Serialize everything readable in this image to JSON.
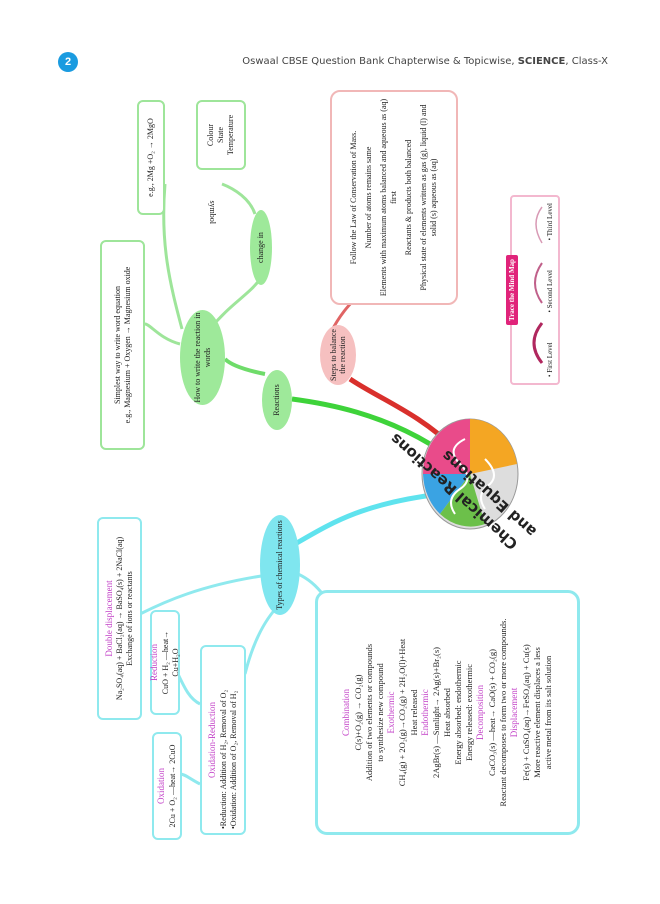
{
  "header": {
    "page_number": "2",
    "title_prefix": "Oswaal CBSE Question Bank Chapterwise & Topicwise, ",
    "title_subject": "SCIENCE",
    "title_suffix": ", Class-X"
  },
  "center": {
    "line1": "Chemical Reactions",
    "line2": "and Equations"
  },
  "types": {
    "label": "Types of chemical reactions",
    "double_displacement": {
      "title": "Double displacement",
      "equation": "Na₂SO₄(aq) + BaCl₂(aq) → BaSO₄(s) + 2NaCl(aq)",
      "desc": "Exchange of ions or reactants"
    },
    "reduction": {
      "title": "Reduction",
      "equation": "CuO + H₂ ―heat→ Cu+H₂O"
    },
    "oxidation": {
      "title": "Oxidation",
      "equation": "2Cu + O₂ ―heat→ 2CuO"
    },
    "redox": {
      "title": "Oxidation-Reduction",
      "line1": "•Reduction: Addition of H₂, Removal of O₂",
      "line2": "•Oxidation: Addition of O₂, Removal of H₂"
    },
    "combination": {
      "title": "Combination",
      "equation": "C(s)+O₂(g) → CO₂(g)",
      "desc1": "Addition of two elements or compounds",
      "desc2": "to synthesize new compound"
    },
    "exothermic": {
      "title": "Exothermic",
      "equation": "CH₄(g) + 2O₂(g)→CO₂(g) + 2H₂O(l)+Heat",
      "desc": "Heat released"
    },
    "endothermic": {
      "title": "Endothermic",
      "equation": "2AgBr(s) ―Sunlight→ 2Ag(s)+Br₂(s)",
      "desc1": "Heat absorbed",
      "desc2": "Energy absorbed: endothermic",
      "desc3": "Energy released: exothermic"
    },
    "decomposition": {
      "title": "Decomposition",
      "equation": "CaCO₃(s) ―heat→ CaO(s) + CO₂(g)",
      "desc": "Reactant decomposes to form two or more compounds."
    },
    "displacement": {
      "title": "Displacement",
      "equation": "Fe(s) + CuSO₄(aq)→FeSO₄(aq) + Cu(s)",
      "desc1": "More reactive element displaces a less",
      "desc2": "active metal from its salt solution"
    }
  },
  "reactions": {
    "label": "Reactions",
    "how": "How to write the reaction in words",
    "word_eq": {
      "line1": "Simplest way to write word equation",
      "line2": "e.g., Magnesium + Oxygen → Magnesium oxide"
    },
    "symbol_eq": "e.g., 2Mg +O₂ → 2MgO",
    "change_in": "change in",
    "symbol": "symbol",
    "changes": [
      "Colour",
      "State",
      "Temperature"
    ]
  },
  "balance": {
    "label": "Steps to balance the reaction",
    "steps": [
      "Follow the Law of Conservation of Mass.",
      "Number of atoms remains same",
      "Elements with maximum atoms balanced and aqueous as (aq) first",
      "Reactants & products both balanced",
      "Physical state of elements written as gas (g), liquid (l) and solid (s) aqueous as (aq)"
    ]
  },
  "legend": {
    "title": "Trace the Mind Map",
    "levels": [
      "• First Level",
      "• Second Level",
      "• Third Level"
    ]
  },
  "colors": {
    "cyan": "#5fe3ee",
    "green": "#3ed33a",
    "red": "#d9302c",
    "title_purple": "#c23fc7",
    "badge_blue": "#1a9be0",
    "legend_pink": "#e0237a"
  }
}
